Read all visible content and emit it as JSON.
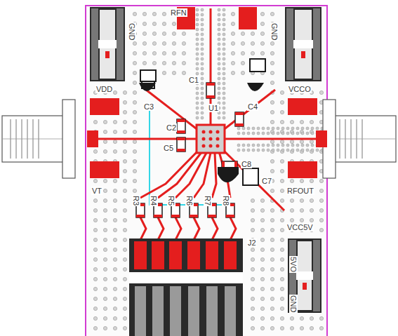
{
  "diagram": {
    "labels": [
      "GND",
      "RFN",
      "GND",
      "VDD",
      "VCCO",
      "C1",
      "U1",
      "C3",
      "C2",
      "C5",
      "C4",
      "C8",
      "C7",
      "VT",
      "RFOUT",
      "VCC5V",
      "5VO",
      "GND",
      "J2",
      "R3",
      "R4",
      "R5",
      "R6",
      "R7",
      "R8"
    ]
  }
}
